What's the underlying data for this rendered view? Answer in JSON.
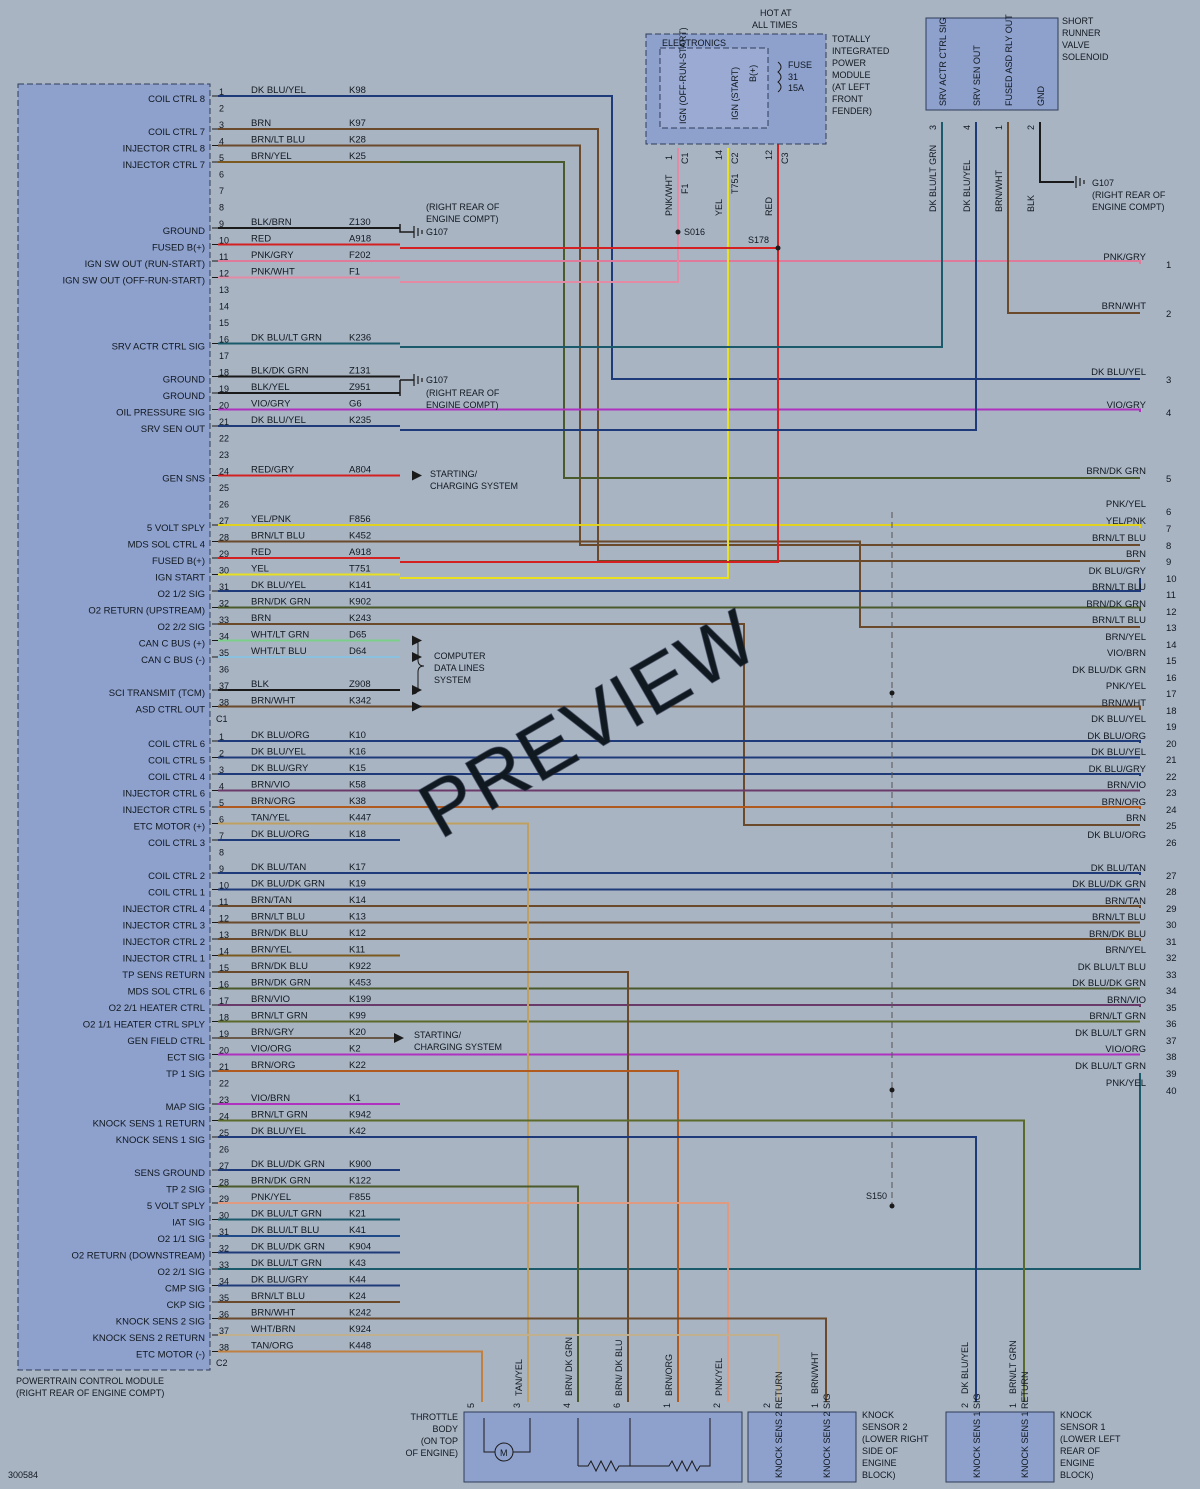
{
  "diagram_id": "300584",
  "pcm": {
    "title": "POWERTRAIN CONTROL MODULE",
    "subtitle": "(RIGHT REAR OF ENGINE COMPT)",
    "c1_label": "C1",
    "c2_label": "C2"
  },
  "c1_pins": [
    {
      "pin": "1",
      "label": "COIL CTRL 8",
      "color": "DK BLU/YEL",
      "circuit": "K98",
      "wire": "#1e3a78"
    },
    {
      "pin": "2"
    },
    {
      "pin": "3",
      "label": "COIL CTRL 7",
      "color": "BRN",
      "circuit": "K97",
      "wire": "#6a4a2a"
    },
    {
      "pin": "4",
      "label": "INJECTOR CTRL 8",
      "color": "BRN/LT BLU",
      "circuit": "K28",
      "wire": "#6a4a2a"
    },
    {
      "pin": "5",
      "label": "INJECTOR CTRL 7",
      "color": "BRN/YEL",
      "circuit": "K25",
      "wire": "#7a5a1e"
    },
    {
      "pin": "6"
    },
    {
      "pin": "7"
    },
    {
      "pin": "8"
    },
    {
      "pin": "9",
      "label": "GROUND",
      "color": "BLK/BRN",
      "circuit": "Z130",
      "wire": "#1a1a1a"
    },
    {
      "pin": "10",
      "label": "FUSED B(+)",
      "color": "RED",
      "circuit": "A918",
      "wire": "#d42020"
    },
    {
      "pin": "11",
      "label": "IGN SW OUT (RUN-START)",
      "color": "PNK/GRY",
      "circuit": "F202",
      "wire": "#e07a9a"
    },
    {
      "pin": "12",
      "label": "IGN SW OUT (OFF-RUN-START)",
      "color": "PNK/WHT",
      "circuit": "F1",
      "wire": "#e48aa4"
    },
    {
      "pin": "13"
    },
    {
      "pin": "14"
    },
    {
      "pin": "15"
    },
    {
      "pin": "16",
      "label": "SRV ACTR CTRL SIG",
      "color": "DK BLU/LT GRN",
      "circuit": "K236",
      "wire": "#1a5a6a"
    },
    {
      "pin": "17"
    },
    {
      "pin": "18",
      "label": "GROUND",
      "color": "BLK/DK GRN",
      "circuit": "Z131",
      "wire": "#1a1a1a"
    },
    {
      "pin": "19",
      "label": "GROUND",
      "color": "BLK/YEL",
      "circuit": "Z951",
      "wire": "#1a1a1a"
    },
    {
      "pin": "20",
      "label": "OIL PRESSURE SIG",
      "color": "VIO/GRY",
      "circuit": "G6",
      "wire": "#b030c0"
    },
    {
      "pin": "21",
      "label": "SRV SEN OUT",
      "color": "DK BLU/YEL",
      "circuit": "K235",
      "wire": "#1e3a78"
    },
    {
      "pin": "22"
    },
    {
      "pin": "23"
    },
    {
      "pin": "24",
      "label": "GEN SNS",
      "color": "RED/GRY",
      "circuit": "A804",
      "wire": "#d42020"
    },
    {
      "pin": "25"
    },
    {
      "pin": "26"
    },
    {
      "pin": "27",
      "label": "5 VOLT SPLY",
      "color": "YEL/PNK",
      "circuit": "F856",
      "wire": "#e0d020"
    },
    {
      "pin": "28",
      "label": "MDS SOL CTRL 4",
      "color": "BRN/LT BLU",
      "circuit": "K452",
      "wire": "#6a4a2a"
    },
    {
      "pin": "29",
      "label": "FUSED B(+)",
      "color": "RED",
      "circuit": "A918",
      "wire": "#d42020"
    },
    {
      "pin": "30",
      "label": "IGN START",
      "color": "YEL",
      "circuit": "T751",
      "wire": "#e8e020"
    },
    {
      "pin": "31",
      "label": "O2 1/2 SIG",
      "color": "DK BLU/YEL",
      "circuit": "K141",
      "wire": "#1e3a78"
    },
    {
      "pin": "32",
      "label": "O2 RETURN (UPSTREAM)",
      "color": "BRN/DK GRN",
      "circuit": "K902",
      "wire": "#4a5a2a"
    },
    {
      "pin": "33",
      "label": "O2 2/2 SIG",
      "color": "BRN",
      "circuit": "K243",
      "wire": "#6a4a2a"
    },
    {
      "pin": "34",
      "label": "CAN C BUS (+)",
      "color": "WHT/LT GRN",
      "circuit": "D65",
      "wire": "#7ad08a"
    },
    {
      "pin": "35",
      "label": "CAN C BUS (-)",
      "color": "WHT/LT BLU",
      "circuit": "D64",
      "wire": "#8ac0e0"
    },
    {
      "pin": "36"
    },
    {
      "pin": "37",
      "label": "SCI TRANSMIT (TCM)",
      "color": "BLK",
      "circuit": "Z908",
      "wire": "#1a1a1a"
    },
    {
      "pin": "38",
      "label": "ASD CTRL OUT",
      "color": "BRN/WHT",
      "circuit": "K342",
      "wire": "#6a4a2a"
    }
  ],
  "c2_pins": [
    {
      "pin": "1",
      "label": "COIL CTRL 6",
      "color": "DK BLU/ORG",
      "circuit": "K10",
      "wire": "#1e3a78"
    },
    {
      "pin": "2",
      "label": "COIL CTRL 5",
      "color": "DK BLU/YEL",
      "circuit": "K16",
      "wire": "#1e3a78"
    },
    {
      "pin": "3",
      "label": "COIL CTRL 4",
      "color": "DK BLU/GRY",
      "circuit": "K15",
      "wire": "#1e3a78"
    },
    {
      "pin": "4",
      "label": "INJECTOR CTRL 6",
      "color": "BRN/VIO",
      "circuit": "K58",
      "wire": "#6a3a6a"
    },
    {
      "pin": "5",
      "label": "INJECTOR CTRL 5",
      "color": "BRN/ORG",
      "circuit": "K38",
      "wire": "#b05a20"
    },
    {
      "pin": "6",
      "label": "ETC MOTOR (+)",
      "color": "TAN/YEL",
      "circuit": "K447",
      "wire": "#c0a060"
    },
    {
      "pin": "7",
      "label": "COIL CTRL 3",
      "color": "DK BLU/ORG",
      "circuit": "K18",
      "wire": "#1e3a78"
    },
    {
      "pin": "8"
    },
    {
      "pin": "9",
      "label": "COIL CTRL 2",
      "color": "DK BLU/TAN",
      "circuit": "K17",
      "wire": "#1e3a78"
    },
    {
      "pin": "10",
      "label": "COIL CTRL 1",
      "color": "DK BLU/DK GRN",
      "circuit": "K19",
      "wire": "#1e3a78"
    },
    {
      "pin": "11",
      "label": "INJECTOR CTRL 4",
      "color": "BRN/TAN",
      "circuit": "K14",
      "wire": "#6a4a2a"
    },
    {
      "pin": "12",
      "label": "INJECTOR CTRL 3",
      "color": "BRN/LT BLU",
      "circuit": "K13",
      "wire": "#6a4a2a"
    },
    {
      "pin": "13",
      "label": "INJECTOR CTRL 2",
      "color": "BRN/DK BLU",
      "circuit": "K12",
      "wire": "#6a4a2a"
    },
    {
      "pin": "14",
      "label": "INJECTOR CTRL 1",
      "color": "BRN/YEL",
      "circuit": "K11",
      "wire": "#7a5a1e"
    },
    {
      "pin": "15",
      "label": "TP SENS RETURN",
      "color": "BRN/DK BLU",
      "circuit": "K922",
      "wire": "#6a4a2a"
    },
    {
      "pin": "16",
      "label": "MDS SOL CTRL 6",
      "color": "BRN/DK GRN",
      "circuit": "K453",
      "wire": "#4a5a2a"
    },
    {
      "pin": "17",
      "label": "O2 2/1 HEATER CTRL",
      "color": "BRN/VIO",
      "circuit": "K199",
      "wire": "#6a3a6a"
    },
    {
      "pin": "18",
      "label": "O2 1/1 HEATER CTRL SPLY",
      "color": "BRN/LT GRN",
      "circuit": "K99",
      "wire": "#5a6a2a"
    },
    {
      "pin": "19",
      "label": "GEN FIELD CTRL",
      "color": "BRN/GRY",
      "circuit": "K20",
      "wire": "#6a5a4a"
    },
    {
      "pin": "20",
      "label": "ECT SIG",
      "color": "VIO/ORG",
      "circuit": "K2",
      "wire": "#b030c0"
    },
    {
      "pin": "21",
      "label": "TP 1 SIG",
      "color": "BRN/ORG",
      "circuit": "K22",
      "wire": "#b05a20"
    },
    {
      "pin": "22"
    },
    {
      "pin": "23",
      "label": "MAP SIG",
      "color": "VIO/BRN",
      "circuit": "K1",
      "wire": "#b030c0"
    },
    {
      "pin": "24",
      "label": "KNOCK SENS 1 RETURN",
      "color": "BRN/LT GRN",
      "circuit": "K942",
      "wire": "#5a6a2a"
    },
    {
      "pin": "25",
      "label": "KNOCK SENS 1 SIG",
      "color": "DK BLU/YEL",
      "circuit": "K42",
      "wire": "#1e3a78"
    },
    {
      "pin": "26"
    },
    {
      "pin": "27",
      "label": "SENS GROUND",
      "color": "DK BLU/DK GRN",
      "circuit": "K900",
      "wire": "#1e3a78"
    },
    {
      "pin": "28",
      "label": "TP 2 SIG",
      "color": "BRN/DK GRN",
      "circuit": "K122",
      "wire": "#4a5a2a"
    },
    {
      "pin": "29",
      "label": "5 VOLT SPLY",
      "color": "PNK/YEL",
      "circuit": "F855",
      "wire": "#e09a80"
    },
    {
      "pin": "30",
      "label": "IAT SIG",
      "color": "DK BLU/LT GRN",
      "circuit": "K21",
      "wire": "#1a5a6a"
    },
    {
      "pin": "31",
      "label": "O2 1/1 SIG",
      "color": "DK BLU/LT BLU",
      "circuit": "K41",
      "wire": "#1e4a8a"
    },
    {
      "pin": "32",
      "label": "O2 RETURN (DOWNSTREAM)",
      "color": "DK BLU/DK GRN",
      "circuit": "K904",
      "wire": "#1e3a78"
    },
    {
      "pin": "33",
      "label": "O2 2/1 SIG",
      "color": "DK BLU/LT GRN",
      "circuit": "K43",
      "wire": "#1a5a6a"
    },
    {
      "pin": "34",
      "label": "CMP SIG",
      "color": "DK BLU/GRY",
      "circuit": "K44",
      "wire": "#1e3a78"
    },
    {
      "pin": "35",
      "label": "CKP SIG",
      "color": "BRN/LT BLU",
      "circuit": "K24",
      "wire": "#6a4a2a"
    },
    {
      "pin": "36",
      "label": "KNOCK SENS 2 SIG",
      "color": "BRN/WHT",
      "circuit": "K242",
      "wire": "#6a4a2a"
    },
    {
      "pin": "37",
      "label": "KNOCK SENS 2 RETURN",
      "color": "WHT/BRN",
      "circuit": "K924",
      "wire": "#c0b090"
    },
    {
      "pin": "38",
      "label": "ETC MOTOR (-)",
      "color": "TAN/ORG",
      "circuit": "K448",
      "wire": "#c08040"
    }
  ],
  "right_connector": [
    {
      "n": "1",
      "color": "PNK/GRY"
    },
    {
      "n": "2",
      "color": "BRN/WHT"
    },
    {
      "n": "3",
      "color": "DK BLU/YEL"
    },
    {
      "n": "4",
      "color": "VIO/GRY"
    },
    {
      "n": "5",
      "color": "BRN/DK GRN"
    },
    {
      "n": "6",
      "color": "PNK/YEL"
    },
    {
      "n": "7",
      "color": "YEL/PNK"
    },
    {
      "n": "8",
      "color": "BRN/LT BLU"
    },
    {
      "n": "9",
      "color": "BRN"
    },
    {
      "n": "10",
      "color": "DK BLU/GRY"
    },
    {
      "n": "11",
      "color": "BRN/LT BLU"
    },
    {
      "n": "12",
      "color": "BRN/DK GRN"
    },
    {
      "n": "13",
      "color": "BRN/LT BLU"
    },
    {
      "n": "14",
      "color": "BRN/YEL"
    },
    {
      "n": "15",
      "color": "VIO/BRN"
    },
    {
      "n": "16",
      "color": "DK BLU/DK GRN"
    },
    {
      "n": "17",
      "color": "PNK/YEL"
    },
    {
      "n": "18",
      "color": "BRN/WHT"
    },
    {
      "n": "19",
      "color": "DK BLU/YEL"
    },
    {
      "n": "20",
      "color": "DK BLU/ORG"
    },
    {
      "n": "21",
      "color": "DK BLU/YEL"
    },
    {
      "n": "22",
      "color": "DK BLU/GRY"
    },
    {
      "n": "23",
      "color": "BRN/VIO"
    },
    {
      "n": "24",
      "color": "BRN/ORG"
    },
    {
      "n": "25",
      "color": "BRN"
    },
    {
      "n": "26",
      "color": "DK BLU/ORG"
    },
    {
      "n": "27",
      "color": "DK BLU/TAN"
    },
    {
      "n": "28",
      "color": "DK BLU/DK GRN"
    },
    {
      "n": "29",
      "color": "BRN/TAN"
    },
    {
      "n": "30",
      "color": "BRN/LT BLU"
    },
    {
      "n": "31",
      "color": "BRN/DK BLU"
    },
    {
      "n": "32",
      "color": "BRN/YEL"
    },
    {
      "n": "33",
      "color": "DK BLU/LT BLU"
    },
    {
      "n": "34",
      "color": "DK BLU/DK GRN"
    },
    {
      "n": "35",
      "color": "BRN/VIO"
    },
    {
      "n": "36",
      "color": "BRN/LT GRN"
    },
    {
      "n": "37",
      "color": "DK BLU/LT GRN"
    },
    {
      "n": "38",
      "color": "VIO/ORG"
    },
    {
      "n": "39",
      "color": "DK BLU/LT GRN"
    },
    {
      "n": "40",
      "color": "PNK/YEL"
    }
  ],
  "tipm": {
    "hot_at": "HOT AT",
    "all_times": "ALL TIMES",
    "electronics": "ELECTRONICS",
    "ign_offrun": "IGN (OFF-RUN-START)",
    "ign_start": "IGN (START)",
    "bplus": "B(+)",
    "fuse": "FUSE",
    "fuse_num": "31",
    "fuse_amp": "15A",
    "name": [
      "TOTALLY",
      "INTEGRATED",
      "POWER",
      "MODULE",
      "(AT LEFT",
      "FRONT",
      "FENDER)"
    ],
    "wires": [
      {
        "pin": "1",
        "conn": "C1",
        "color": "PNK/WHT",
        "circuit": "F1"
      },
      {
        "pin": "14",
        "conn": "C2",
        "color": "YEL",
        "circuit": "T751"
      },
      {
        "pin": "12",
        "conn": "C3",
        "color": "RED",
        "circuit": ""
      }
    ],
    "splice_s016": "S016",
    "splice_s178": "S178"
  },
  "srv": {
    "name": [
      "SHORT",
      "RUNNER",
      "VALVE",
      "SOLENOID"
    ],
    "pins": [
      {
        "pin": "3",
        "label": "SRV ACTR CTRL SIG",
        "color": "DK BLU/LT GRN"
      },
      {
        "pin": "4",
        "label": "SRV SEN OUT",
        "color": "DK BLU/YEL"
      },
      {
        "pin": "1",
        "label": "FUSED ASD RLY OUT",
        "color": "BRN/WHT"
      },
      {
        "pin": "2",
        "label": "GND",
        "color": "BLK"
      }
    ],
    "ground": "G107",
    "ground_loc": [
      "(RIGHT REAR OF",
      "ENGINE COMPT)"
    ]
  },
  "grounds": {
    "g107": "G107",
    "loc1": "(RIGHT REAR OF",
    "loc2": "ENGINE COMPT)"
  },
  "destinations": {
    "starting": "STARTING/",
    "charging": "CHARGING SYSTEM",
    "computer": "COMPUTER",
    "data_lines": "DATA LINES",
    "system": "SYSTEM"
  },
  "splice_s150": "S150",
  "throttle": {
    "name": [
      "THROTTLE",
      "BODY",
      "(ON TOP",
      "OF ENGINE)"
    ],
    "pins": [
      {
        "pin": "5",
        "color": ""
      },
      {
        "pin": "3",
        "color": "TAN/YEL"
      },
      {
        "pin": "4",
        "color": "BRN/ DK GRN"
      },
      {
        "pin": "6",
        "color": "BRN/ DK BLU"
      },
      {
        "pin": "1",
        "color": "BRN/ORG"
      },
      {
        "pin": "2",
        "color": "PNK/YEL"
      }
    ]
  },
  "knock2": {
    "name": [
      "KNOCK",
      "SENSOR 2",
      "(LOWER RIGHT",
      "SIDE OF",
      "ENGINE",
      "BLOCK)"
    ],
    "pins": [
      {
        "pin": "2",
        "label": "KNOCK SENS 2 RETURN",
        "color": ""
      },
      {
        "pin": "1",
        "label": "KNOCK SENS 2 SIG",
        "color": "BRN/WHT"
      }
    ]
  },
  "knock1": {
    "name": [
      "KNOCK",
      "SENSOR 1",
      "(LOWER LEFT",
      "REAR OF",
      "ENGINE",
      "BLOCK)"
    ],
    "pins": [
      {
        "pin": "2",
        "label": "KNOCK SENS 1 SIG",
        "color": "DK BLU/YEL"
      },
      {
        "pin": "1",
        "label": "KNOCK SENS 1 RETURN",
        "color": "BRN/LT GRN"
      }
    ]
  },
  "watermark": "PREVIEW"
}
